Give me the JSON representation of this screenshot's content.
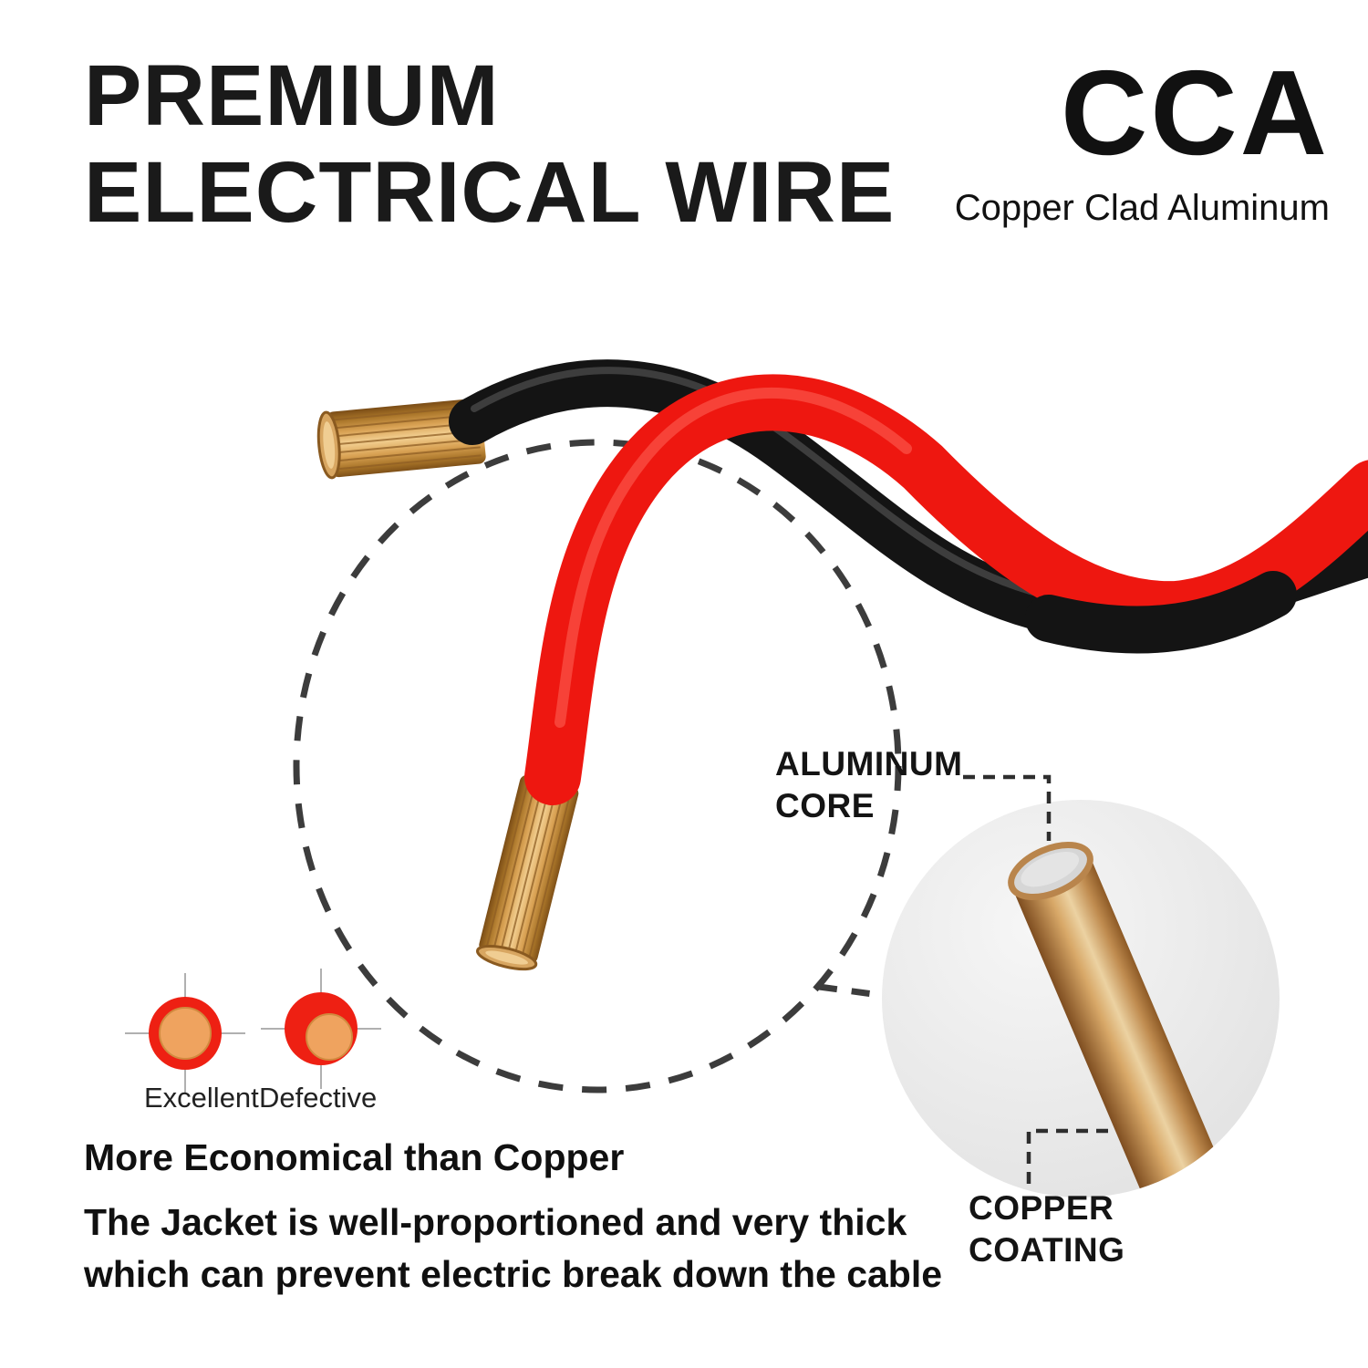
{
  "header": {
    "title_line1": "PREMIUM",
    "title_line2": "ELECTRICAL WIRE",
    "cca_abbr": "CCA",
    "cca_full": "Copper Clad Aluminum"
  },
  "callouts": {
    "aluminum_core_line1": "ALUMINUM",
    "aluminum_core_line2": "CORE",
    "copper_coating_line1": "COPPER",
    "copper_coating_line2": "COATING"
  },
  "cross_sections": {
    "excellent_label": "Excellent",
    "defective_label": "Defective"
  },
  "body_text": {
    "economical": "More Economical than Copper",
    "jacket_line1": "The Jacket is well-proportioned and very thick",
    "jacket_line2": "which can prevent electric break down the cable"
  },
  "colors": {
    "wire_red": "#ee1710",
    "wire_black": "#141414",
    "copper": "#d9a254",
    "copper_dark": "#7e5018",
    "copper_light": "#f3d092",
    "aluminum_core": "#d6d6d6",
    "cross_section_ring_red": "#ee2013",
    "cross_section_copper": "#efa35f",
    "dashed_line": "#3c3c3c",
    "text": "#1a1a1a",
    "zoom_circle_bg": "#e8e8e8",
    "background": "#ffffff"
  }
}
